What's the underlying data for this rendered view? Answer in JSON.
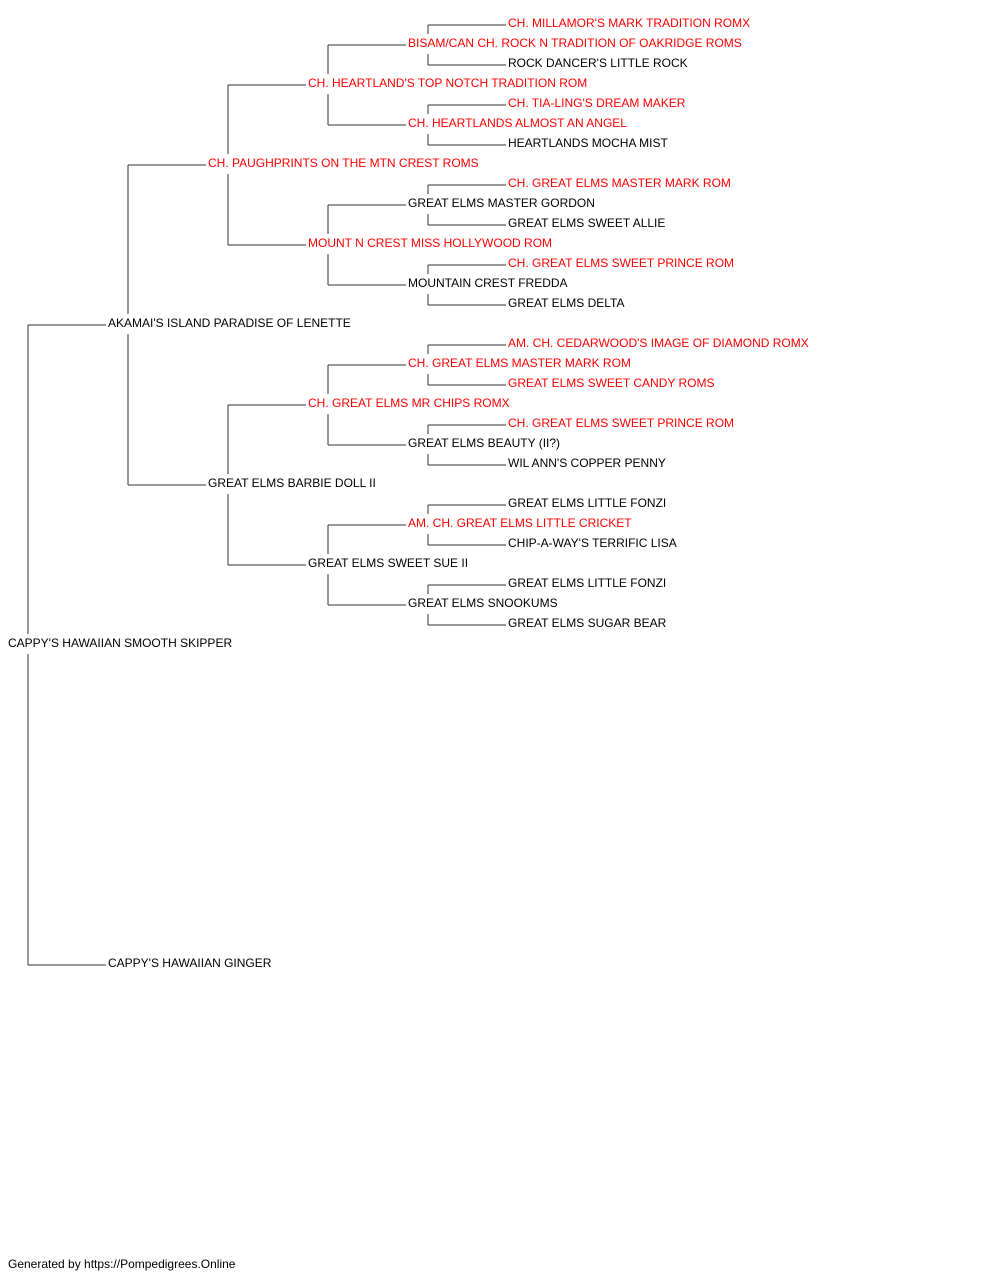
{
  "colors": {
    "champion": "#ff0000",
    "normal": "#000000",
    "line": "#333333"
  },
  "pedigree": {
    "name": "CAPPY'S HAWAIIAN SMOOTH SKIPPER",
    "champion": false,
    "sire": {
      "name": "AKAMAI'S ISLAND PARADISE OF LENETTE",
      "champion": false,
      "sire": {
        "name": "CH. PAUGHPRINTS ON THE MTN CREST ROMS",
        "champion": true,
        "sire": {
          "name": "CH. HEARTLAND'S TOP NOTCH TRADITION ROM",
          "champion": true,
          "sire": {
            "name": "BISAM/CAN CH. ROCK N TRADITION OF OAKRIDGE ROMS",
            "champion": true,
            "sire": {
              "name": "CH. MILLAMOR'S MARK TRADITION ROMX",
              "champion": true
            },
            "dam": {
              "name": "ROCK DANCER'S LITTLE ROCK",
              "champion": false
            }
          },
          "dam": {
            "name": "CH. HEARTLANDS ALMOST AN ANGEL",
            "champion": true,
            "sire": {
              "name": "CH. TIA-LING'S DREAM MAKER",
              "champion": true
            },
            "dam": {
              "name": "HEARTLANDS MOCHA MIST",
              "champion": false
            }
          }
        },
        "dam": {
          "name": "MOUNT N CREST MISS HOLLYWOOD ROM",
          "champion": true,
          "sire": {
            "name": "GREAT ELMS MASTER GORDON",
            "champion": false,
            "sire": {
              "name": "CH. GREAT ELMS MASTER MARK ROM",
              "champion": true
            },
            "dam": {
              "name": "GREAT ELMS SWEET ALLIE",
              "champion": false
            }
          },
          "dam": {
            "name": "MOUNTAIN CREST FREDDA",
            "champion": false,
            "sire": {
              "name": "CH. GREAT ELMS SWEET PRINCE ROM",
              "champion": true
            },
            "dam": {
              "name": "GREAT ELMS DELTA",
              "champion": false
            }
          }
        }
      },
      "dam": {
        "name": "GREAT ELMS BARBIE DOLL II",
        "champion": false,
        "sire": {
          "name": "CH. GREAT ELMS MR CHIPS ROMX",
          "champion": true,
          "sire": {
            "name": "CH. GREAT ELMS MASTER MARK ROM",
            "champion": true,
            "sire": {
              "name": "AM. CH. CEDARWOOD'S IMAGE OF DIAMOND ROMX",
              "champion": true
            },
            "dam": {
              "name": "GREAT ELMS SWEET CANDY ROMS",
              "champion": true
            }
          },
          "dam": {
            "name": "GREAT ELMS BEAUTY (II?)",
            "champion": false,
            "sire": {
              "name": "CH. GREAT ELMS SWEET PRINCE ROM",
              "champion": true
            },
            "dam": {
              "name": "WIL ANN'S COPPER PENNY",
              "champion": false
            }
          }
        },
        "dam": {
          "name": "GREAT ELMS SWEET SUE II",
          "champion": false,
          "sire": {
            "name": "AM. CH. GREAT ELMS LITTLE CRICKET",
            "champion": true,
            "sire": {
              "name": "GREAT ELMS LITTLE FONZI",
              "champion": false
            },
            "dam": {
              "name": "CHIP-A-WAY'S TERRIFIC LISA",
              "champion": false
            }
          },
          "dam": {
            "name": "GREAT ELMS SNOOKUMS",
            "champion": false,
            "sire": {
              "name": "GREAT ELMS LITTLE FONZI",
              "champion": false
            },
            "dam": {
              "name": "GREAT ELMS SUGAR BEAR",
              "champion": false
            }
          }
        }
      }
    },
    "dam": {
      "name": "CAPPY'S HAWAIIAN GINGER",
      "champion": false
    }
  },
  "footer": {
    "text": "Generated by https://Pompedigrees.Online"
  }
}
